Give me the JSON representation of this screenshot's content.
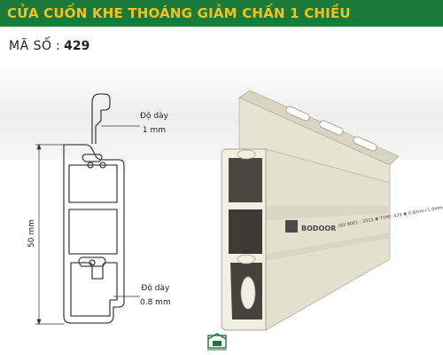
{
  "header": {
    "title": "CỬA CUỐN KHE THOÁNG GIẢM CHẤN 1 CHIỀU",
    "background_color": "#1a7a3a",
    "title_color": "#f2c21a"
  },
  "product_code": {
    "label": "MÃ SỐ",
    "separator": ":",
    "value": "429"
  },
  "profile_drawing": {
    "height_label": "50 mm",
    "top_thickness": {
      "label": "Độ dày",
      "value": "1 mm"
    },
    "bottom_thickness": {
      "label": "Độ dày",
      "value": "0.8 mm"
    }
  },
  "slat_render": {
    "print_text": "ISO 9001 : 2015 ✱ TYPE: 429 ✱ 0.8mm+1.0mm",
    "slat_color": "#e4e0cf"
  },
  "brand_icon": "shop-logo-icon"
}
